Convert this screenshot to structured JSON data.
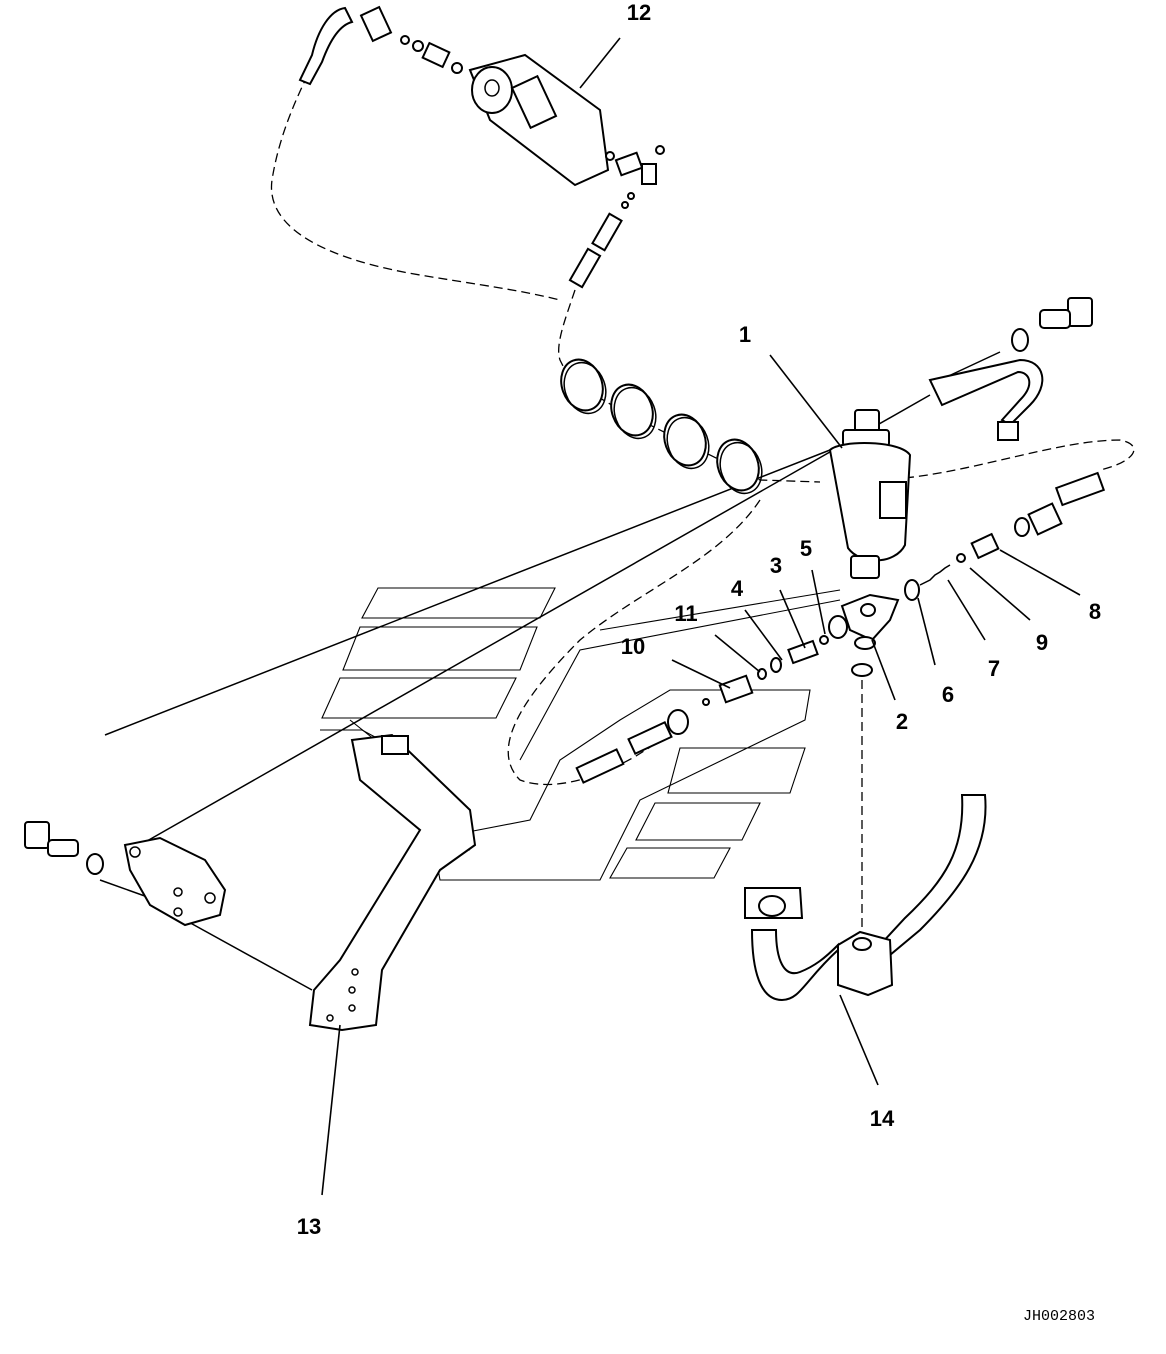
{
  "diagram": {
    "callouts": [
      "1",
      "2",
      "3",
      "4",
      "5",
      "6",
      "7",
      "8",
      "9",
      "10",
      "11",
      "12",
      "13",
      "14"
    ],
    "drawing_code": "JH002803"
  },
  "colors": {
    "ink": "#000000",
    "paper": "#ffffff"
  }
}
